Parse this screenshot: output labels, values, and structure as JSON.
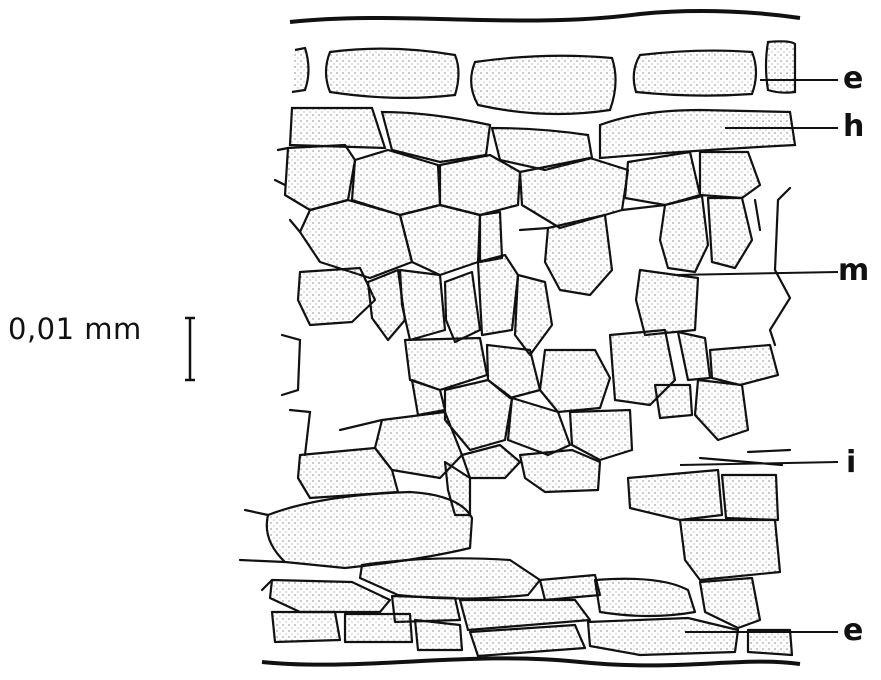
{
  "scale_bar": {
    "text": "0,01 mm"
  },
  "labels": [
    {
      "id": "epidermis-upper",
      "text": "e"
    },
    {
      "id": "hypodermis",
      "text": "h"
    },
    {
      "id": "mesophyll",
      "text": "m"
    },
    {
      "id": "intercellular-space",
      "text": "i"
    },
    {
      "id": "epidermis-lower",
      "text": "e"
    }
  ],
  "colors": {
    "ink": "#111111",
    "background": "#ffffff"
  }
}
